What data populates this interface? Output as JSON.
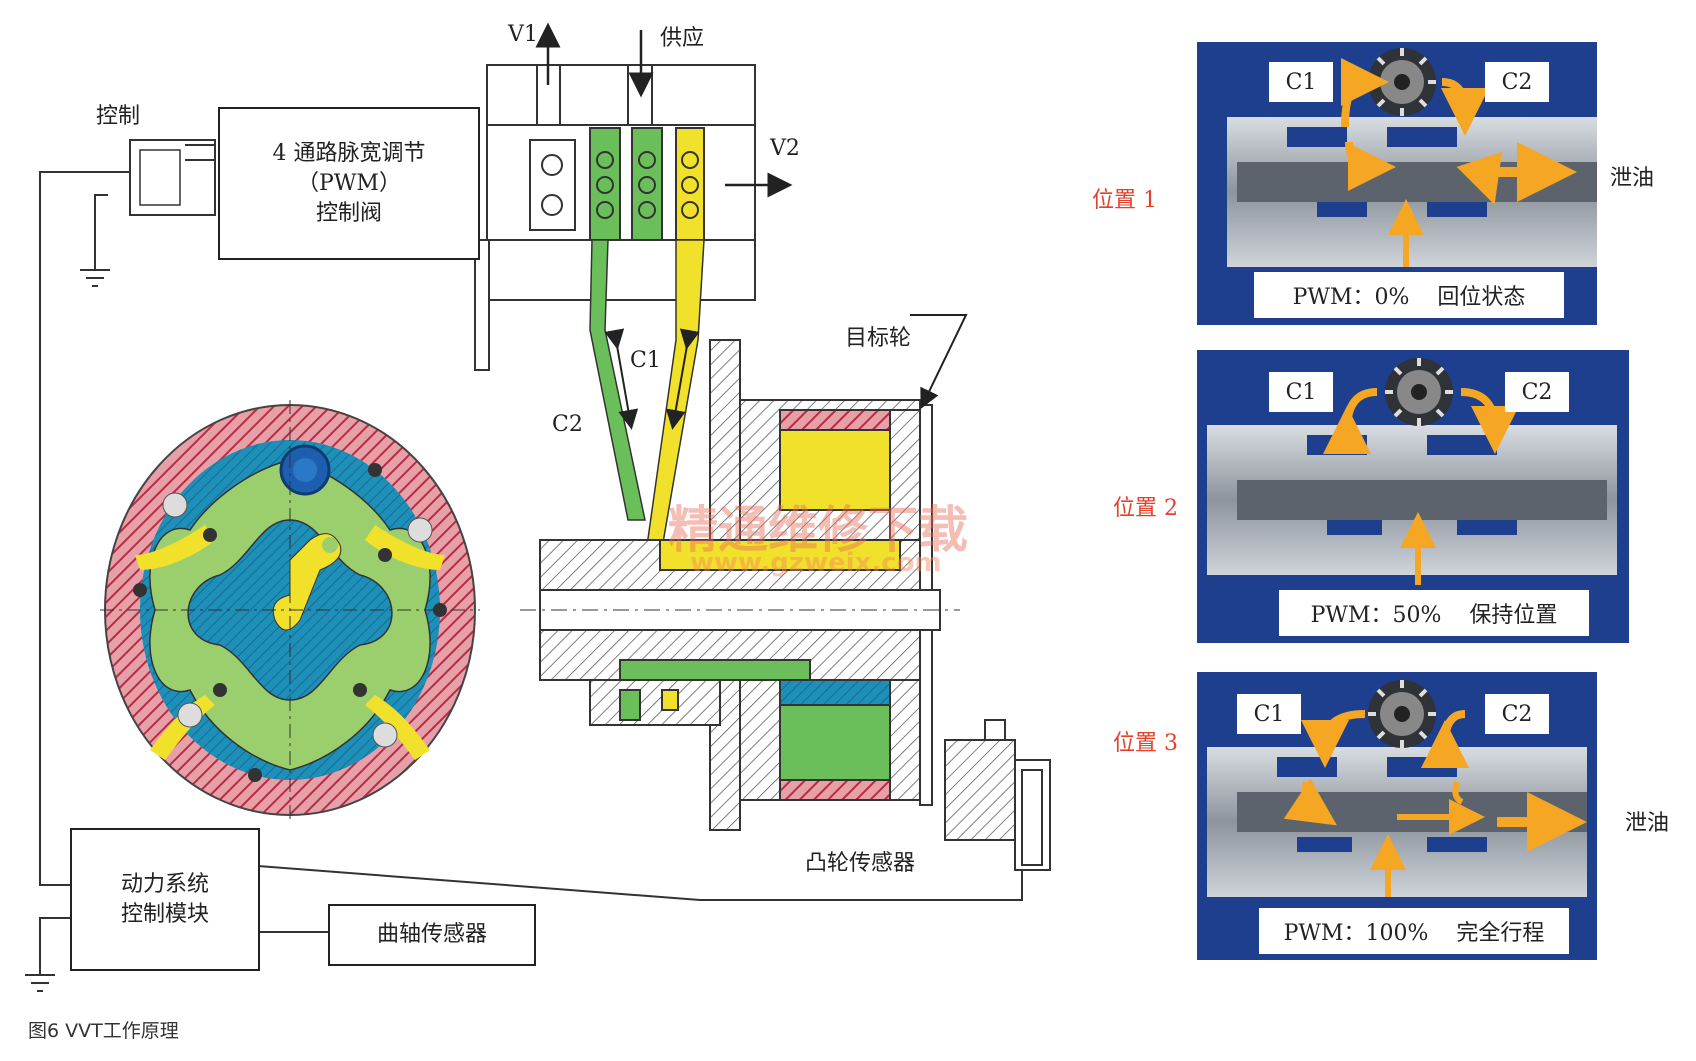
{
  "figure": {
    "caption": "图6   VVT工作原理"
  },
  "labels": {
    "control": "控制",
    "v1": "V1",
    "supply": "供应",
    "v2": "V2",
    "c1": "C1",
    "c2": "C2",
    "target_wheel": "目标轮",
    "cam_sensor": "凸轮传感器"
  },
  "boxes": {
    "pwm_valve": [
      "4 通路脉宽调节",
      "（PWM）",
      "控制阀"
    ],
    "pcm": [
      "动力系统",
      "控制模块"
    ],
    "crank_sensor": "曲轴传感器"
  },
  "panels": [
    {
      "position": "位置 1",
      "c1": "C1",
      "c2": "C2",
      "pwm": "PWM：0%",
      "state": "回位状态",
      "drain": "泄油"
    },
    {
      "position": "位置 2",
      "c1": "C1",
      "c2": "C2",
      "pwm": "PWM：50%",
      "state": "保持位置",
      "drain": ""
    },
    {
      "position": "位置 3",
      "c1": "C1",
      "c2": "C2",
      "pwm": "PWM：100%",
      "state": "完全行程",
      "drain": "泄油"
    }
  ],
  "watermark": {
    "text_cn": "精通维修下载",
    "text_url": "www.gzweix.com"
  },
  "colors": {
    "green": "#6abf5a",
    "yellow": "#f2e12a",
    "blue": "#1d5fae",
    "red_hatch": "#c8485a",
    "panel_blue": "#1d3f8e",
    "orange": "#f5a623"
  }
}
